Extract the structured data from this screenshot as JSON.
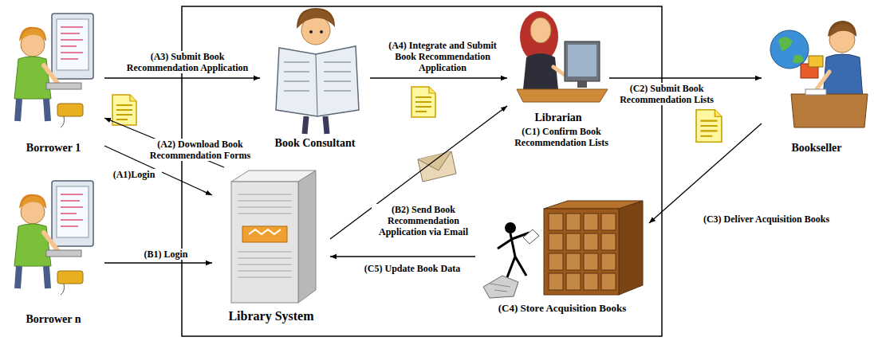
{
  "diagram": {
    "nodes": [
      {
        "text": [
          "Borrower 1"
        ]
      },
      {
        "text": [
          "Borrower n"
        ]
      },
      {
        "text": [
          "Book Consultant"
        ]
      },
      {
        "text": [
          "Librarian"
        ]
      },
      {
        "text": [
          "Bookseller"
        ]
      },
      {
        "text": [
          "Library System"
        ]
      },
      {
        "text": [
          "(C4) Store Acquisition Books"
        ]
      }
    ],
    "edges": [
      {
        "from": 0,
        "to": 5,
        "arrow": "to",
        "label": "(A1)Login"
      },
      {
        "from": 5,
        "to": 0,
        "arrow": "to",
        "label": "(A2) Download Book Recommendation Forms"
      },
      {
        "from": 0,
        "to": 2,
        "arrow": "to",
        "label": "(A3) Submit Book Recommendation Application"
      },
      {
        "from": 2,
        "to": 3,
        "arrow": "to",
        "label": "(A4) Integrate and Submit Book Recommendation Application"
      },
      {
        "from": 1,
        "to": 5,
        "arrow": "to",
        "label": "(B1) Login"
      },
      {
        "from": 5,
        "to": 3,
        "arrow": "to",
        "label": "(B2) Send Book Recommendation Application via Email"
      },
      {
        "from": 3,
        "to": 4,
        "arrow": "to",
        "label": "(C2) Submit Book Recommendation Lists"
      },
      {
        "from": 4,
        "to": 6,
        "arrow": "to",
        "label": "(C3) Deliver Acquisition Books"
      },
      {
        "from": 6,
        "to": 5,
        "arrow": "to",
        "label": "(C5) Update Book Data"
      }
    ],
    "labels": [
      "(C1) Confirm Book Recommendation Lists"
    ]
  }
}
